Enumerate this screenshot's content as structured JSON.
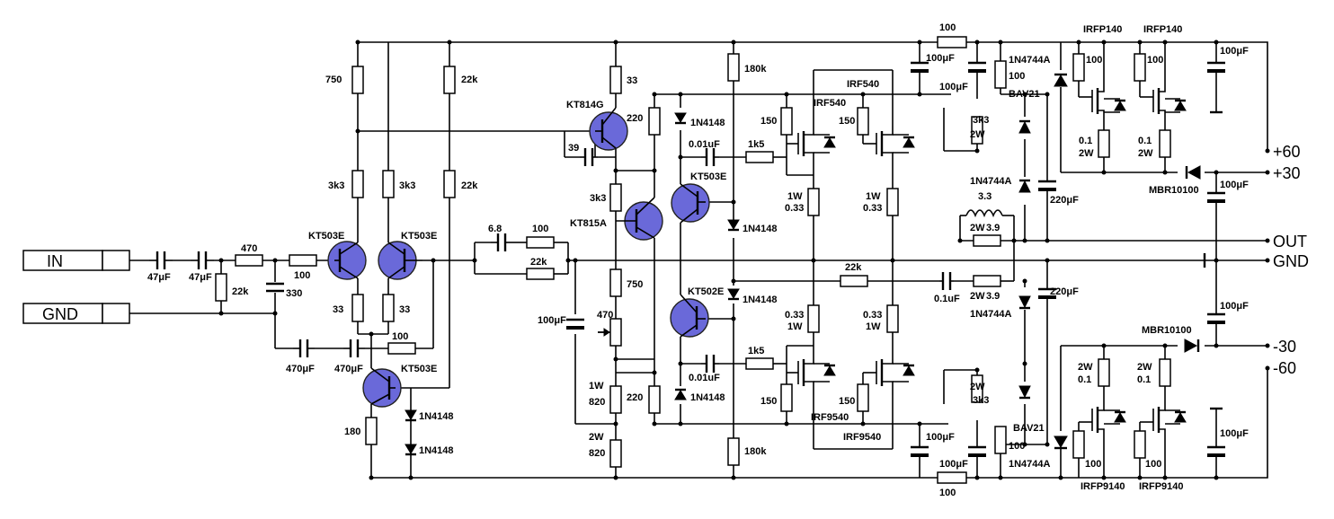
{
  "connectors": {
    "in": "IN",
    "gnd": "GND"
  },
  "terminals": {
    "p60": "+60",
    "p30": "+30",
    "out": "OUT",
    "gnd": "GND",
    "m30": "-30",
    "m60": "-60"
  },
  "input_stage": {
    "c_in1": "47μF",
    "c_in2": "47μF",
    "r470": "470",
    "r22k": "22k",
    "r100": "100",
    "c330": "330",
    "q1": "KT503E",
    "q2": "KT503E",
    "q3": "KT503E",
    "r750": "750",
    "r3k3a": "3k3",
    "r3k3b": "3k3",
    "r22k_top": "22k",
    "r22k_mid": "22k",
    "r33a": "33",
    "r33b": "33",
    "c470a": "470μF",
    "c470b": "470μF",
    "r100fb": "100",
    "r180": "180",
    "d1": "1N4148",
    "d2": "1N4148"
  },
  "feedback": {
    "c68": "6.8",
    "r100": "100",
    "r22k": "22k"
  },
  "vas": {
    "q_kt814": "KT814G",
    "q_kt815": "KT815A",
    "r33": "33",
    "r220a": "220",
    "c39": "39",
    "r3k3": "3k3",
    "r750": "750",
    "r470": "470",
    "r1w": "1W",
    "r820a": "820",
    "r2w": "2W",
    "r820b": "820",
    "r220b": "220",
    "c100": "100μF"
  },
  "drivers": {
    "d_top": "1N4148",
    "d_bot": "1N4148",
    "c_top": "0.01uF",
    "c_bot": "0.01uF",
    "q_top": "KT503E",
    "q_bot": "KT502E",
    "r180a": "180k",
    "r180b": "180k",
    "d_mid1": "1N4148",
    "d_mid2": "1N4148",
    "r1k5a": "1k5",
    "r1k5b": "1k5"
  },
  "output_mosfets": {
    "irf540a": "IRF540",
    "irf540b": "IRF540",
    "irf9540a": "IRF9540",
    "irf9540b": "IRF9540",
    "r150a": "150",
    "r150b": "150",
    "r150c": "150",
    "r150d": "150",
    "r1w_a": "1W",
    "r033_a": "0.33",
    "r1w_b": "1W",
    "r033_b": "0.33",
    "r033_c": "0.33",
    "r1w_c": "1W",
    "r033_d": "0.33",
    "r1w_d": "1W",
    "r22k_fb": "22k",
    "c01": "0.1uF",
    "r2w": "2W",
    "r39": "3.9",
    "l33": "3.3",
    "rl2w": "2W",
    "rl39": "3.9"
  },
  "supply": {
    "r100_top": "100",
    "r100_bot": "100",
    "c100_t1": "100μF",
    "c100_t2": "100μF",
    "c100_b1": "100μF",
    "c100_b2": "100μF",
    "z_top1": "1N4744A",
    "z_top2": "1N4744A",
    "z_bot1": "1N4744A",
    "z_bot2": "1N4744A",
    "r100_zt": "100",
    "r100_zb": "100",
    "bav21_t": "BAV21",
    "bav21_b": "BAV21",
    "r3k3_t": "3k3",
    "r2w_t": "2W",
    "r3k3_b": "3k3",
    "r2w_b": "2W",
    "c220_t": "220μF",
    "c220_b": "220μF"
  },
  "regulators": {
    "irfp140a": "IRFP140",
    "irfp140b": "IRFP140",
    "irfp9140a": "IRFP9140",
    "irfp9140b": "IRFP9140",
    "r100a": "100",
    "r100b": "100",
    "r100c": "100",
    "r100d": "100",
    "r01a": "0.1",
    "r2wa": "2W",
    "r01b": "0.1",
    "r2wb": "2W",
    "r2wc": "2W",
    "r01c": "0.1",
    "r2wd": "2W",
    "r01d": "0.1",
    "mbr_top": "MBR10100",
    "mbr_bot": "MBR10100",
    "c100p60": "100μF",
    "c100p30": "100μF",
    "c100m30": "100μF",
    "c100m60": "100μF"
  }
}
